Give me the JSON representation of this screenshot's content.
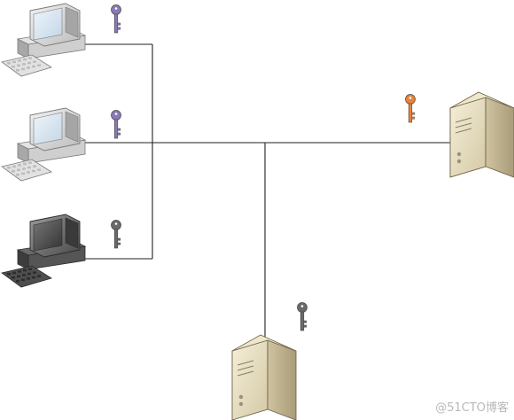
{
  "diagram": {
    "nodes": [
      {
        "id": "pc-1",
        "kind": "computer",
        "theme": "light"
      },
      {
        "id": "pc-2",
        "kind": "computer",
        "theme": "light"
      },
      {
        "id": "pc-3",
        "kind": "computer",
        "theme": "dark"
      },
      {
        "id": "server-right",
        "kind": "server"
      },
      {
        "id": "server-bottom",
        "kind": "server"
      }
    ],
    "keys": [
      {
        "id": "key-pc-1",
        "color": "#8a7ab5"
      },
      {
        "id": "key-pc-2",
        "color": "#8a7ab5"
      },
      {
        "id": "key-pc-3",
        "color": "#6a6a6a"
      },
      {
        "id": "key-server-right",
        "color": "#e8843a"
      },
      {
        "id": "key-server-bottom",
        "color": "#6a6a6a"
      }
    ],
    "line_color": "#222222"
  },
  "watermark": "@51CTO博客"
}
